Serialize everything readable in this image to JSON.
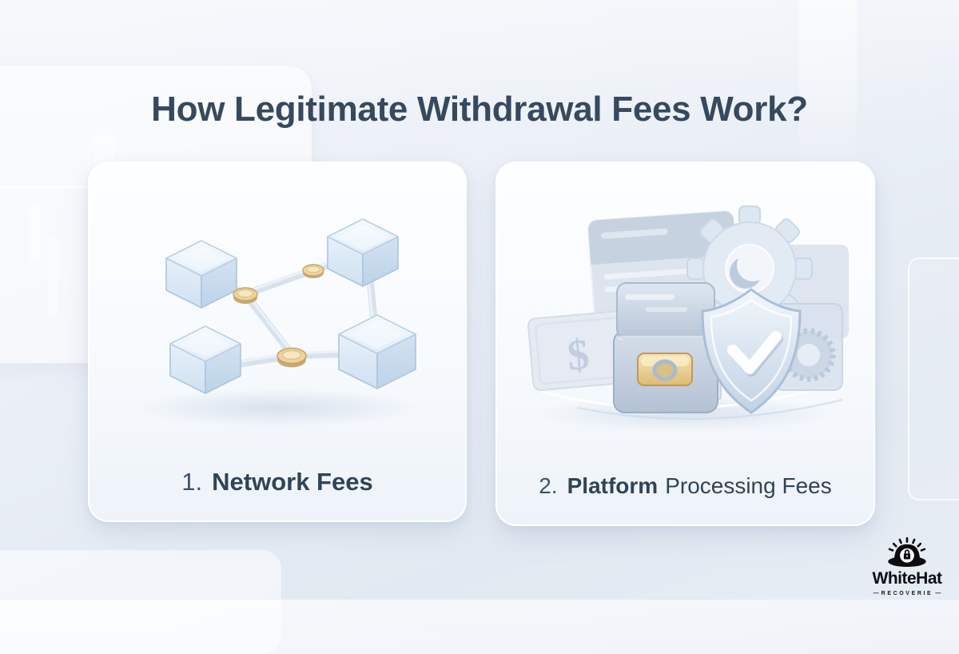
{
  "title": "How Legitimate Withdrawal Fees Work?",
  "cards": [
    {
      "number": "1.",
      "strong": "Network Fees",
      "light": "",
      "illustration": "glass-cube-blockchain-network-with-gold-coins"
    },
    {
      "number": "2.",
      "strong": "Platform",
      "light": "Processing Fees",
      "illustration": "wallet-banknote-gear-shield-check"
    }
  ],
  "illustrations": {
    "dollar_symbol": "$"
  },
  "logo": {
    "name": "WhiteHat",
    "subtitle": "RECOVERIE",
    "dash": "—"
  },
  "colors": {
    "title_text": "#36495e",
    "label_text": "#2f4458",
    "card_background": "#fafcfe",
    "page_background": "#e9eef5",
    "coin_gold": "#e9cf9b",
    "glass_blue": "#cfe0ef",
    "logo_ink": "#0d0d10"
  }
}
